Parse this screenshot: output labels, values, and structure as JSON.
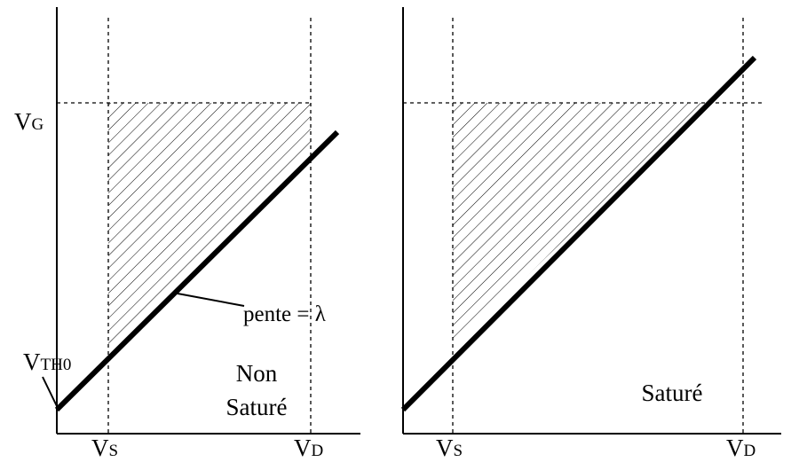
{
  "left_panel": {
    "vg": {
      "main": "V",
      "sub": "G"
    },
    "vth0": {
      "main": "V",
      "sub": "TH0"
    },
    "vs": {
      "main": "V",
      "sub": "S"
    },
    "vd": {
      "main": "V",
      "sub": "D"
    },
    "slope_label": "pente = λ",
    "region_line1": "Non",
    "region_line2": "Saturé"
  },
  "right_panel": {
    "vs": {
      "main": "V",
      "sub": "S"
    },
    "vd": {
      "main": "V",
      "sub": "D"
    },
    "region_label": "Saturé"
  },
  "colors": {
    "ink": "#000000",
    "background": "#ffffff"
  }
}
